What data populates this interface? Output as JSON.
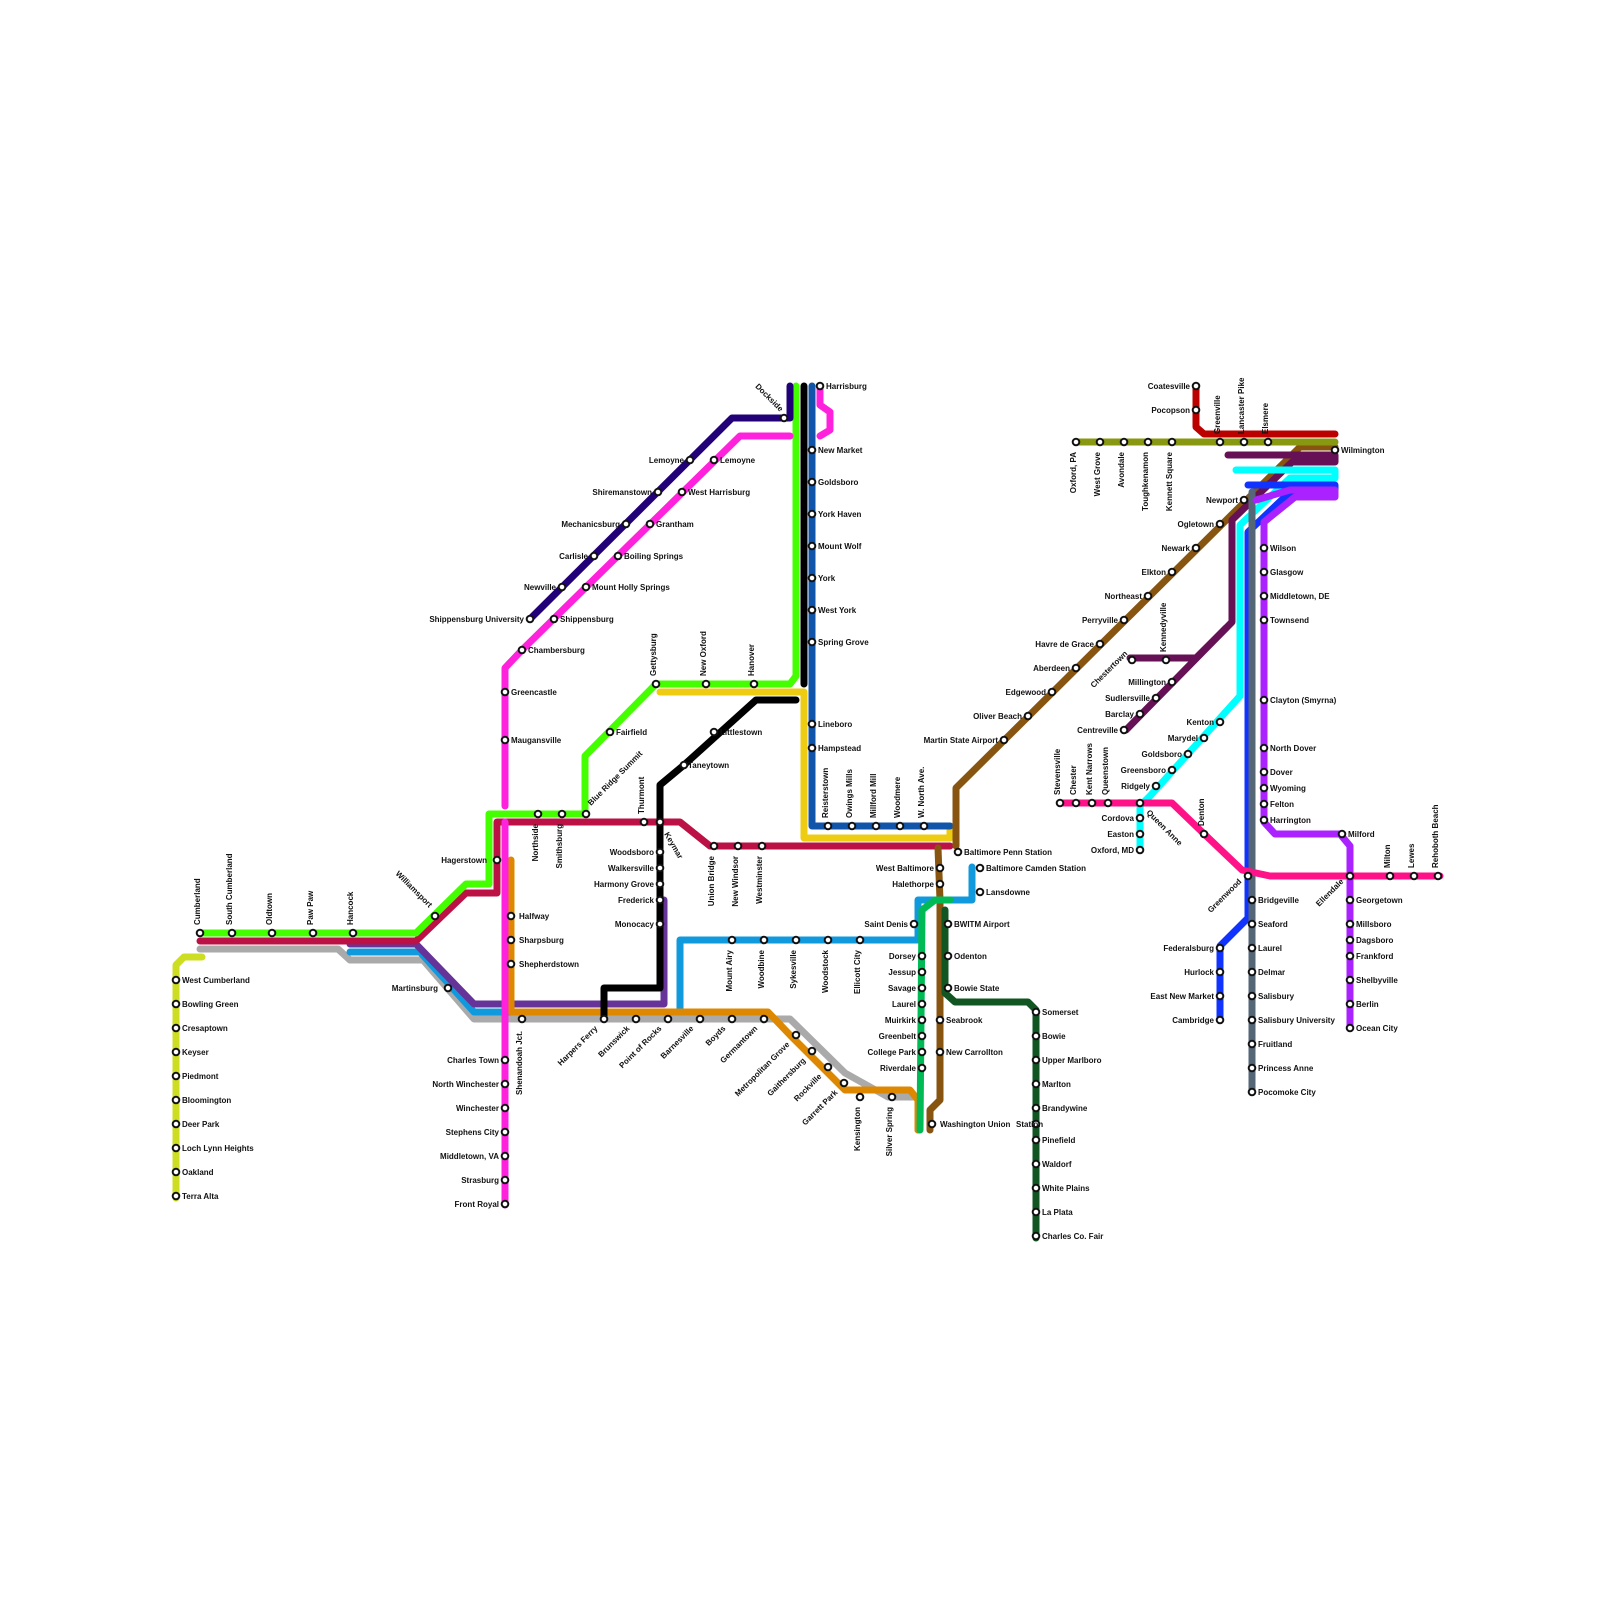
{
  "colors": {
    "lime": "#44ff00",
    "crimson": "#bb1144",
    "gray": "#aaaaaa",
    "purple": "#663399",
    "sky": "#1199dd",
    "orange": "#dd8800",
    "magenta": "#ff22dd",
    "indigo": "#220077",
    "black": "#000000",
    "yellow": "#eecc11",
    "navy": "#1155aa",
    "olivegreen": "#ccdd22",
    "brown": "#885511",
    "green": "#00bb55",
    "darkgreen": "#115522",
    "red": "#bb0000",
    "olive": "#889911",
    "plum": "#661155",
    "cyan": "#00ffff",
    "blue": "#1133ff",
    "slate": "#556677",
    "violet": "#aa22ff",
    "pink": "#ff1188"
  },
  "stations": [
    "Cumberland",
    "South Cumberland",
    "Oldtown",
    "Paw Paw",
    "Hancock",
    "Williamsport",
    "West Cumberland",
    "Bowling Green",
    "Cresaptown",
    "Keyser",
    "Piedmont",
    "Bloomington",
    "Deer Park",
    "Loch Lynn Heights",
    "Oakland",
    "Terra Alta",
    "Hagerstown",
    "Halfway",
    "Sharpsburg",
    "Shepherdstown",
    "Martinsburg",
    "Charles Town",
    "North Winchester",
    "Winchester",
    "Stephens City",
    "Middletown, VA",
    "Strasburg",
    "Front Royal",
    "Shenandoah Jct.",
    "Harpers Ferry",
    "Brunswick",
    "Point of Rocks",
    "Barnesville",
    "Boyds",
    "Germantown",
    "Metropolitan Grove",
    "Gaithersburg",
    "Rockville",
    "Garrett Park",
    "Kensington",
    "Silver Spring",
    "Washington Union",
    "Station",
    "Northside",
    "Smithsburg",
    "Blue Ridge Summit",
    "Fairfield",
    "Gettysburg",
    "New Oxford",
    "Hanover",
    "Thurmont",
    "Keymar",
    "Union Bridge",
    "New Windsor",
    "Westminster",
    "Taneytown",
    "Littlestown",
    "Woodsboro",
    "Walkersville",
    "Harmony Grove",
    "Frederick",
    "Monocacy",
    "Mount Airy",
    "Woodbine",
    "Sykesville",
    "Woodstock",
    "Ellicott City",
    "Greencastle",
    "Maugansville",
    "Chambersburg",
    "Shippensburg",
    "Shippensburg University",
    "Newville",
    "Mount Holly Springs",
    "Carlisle",
    "Boiling Springs",
    "Mechanicsburg",
    "Grantham",
    "Shiremanstown",
    "West Harrisburg",
    "Lemoyne",
    "Dockside",
    "Harrisburg",
    "New Market",
    "Goldsboro",
    "York Haven",
    "Mount Wolf",
    "York",
    "West York",
    "Spring Grove",
    "Lineboro",
    "Hampstead",
    "Reisterstown",
    "Owings Mills",
    "Millford Mill",
    "Woodmere",
    "W. North Ave.",
    "Baltimore Penn Station",
    "West Baltimore",
    "Halethorpe",
    "Baltimore Camden Station",
    "Lansdowne",
    "Saint Denis",
    "BWITM Airport",
    "Dorsey",
    "Jessup",
    "Savage",
    "Laurel",
    "Muirkirk",
    "Greenbelt",
    "College Park",
    "Riverdale",
    "Odenton",
    "Bowie State",
    "Seabrook",
    "New Carrollton",
    "Somerset",
    "Bowie",
    "Upper Marlboro",
    "Marlton",
    "Brandywine",
    "Pinefield",
    "Waldorf",
    "White Plains",
    "La Plata",
    "Charles Co. Fair",
    "Martin State Airport",
    "Oliver Beach",
    "Edgewood",
    "Aberdeen",
    "Havre de Grace",
    "Perryville",
    "Northeast",
    "Elkton",
    "Newark",
    "Ogletown",
    "Newport",
    "Wilmington",
    "Oxford, PA",
    "West Grove",
    "Avondale",
    "Toughkenamon",
    "Kennett Square",
    "Greenville",
    "Lancaster Pike",
    "Elsmere",
    "Coatesville",
    "Pocopson",
    "Wilson",
    "Glasgow",
    "Middletown, DE",
    "Townsend",
    "Clayton (Smyrna)",
    "North Dover",
    "Dover",
    "Wyoming",
    "Felton",
    "Harrington",
    "Kennedyville",
    "Chestertown",
    "Millington",
    "Sudlersville",
    "Barclay",
    "Centreville",
    "Kenton",
    "Marydel",
    "Goldsboro",
    "Greensboro",
    "Ridgely",
    "Stevensville",
    "Chester",
    "Kent Narrows",
    "Queenstown",
    "Queen Anne",
    "Cordova",
    "Easton",
    "Oxford, MD",
    "Denton",
    "Greenwood",
    "Bridgeville",
    "Seaford",
    "Laurel",
    "Delmar",
    "Salisbury",
    "Salisbury University",
    "Fruitland",
    "Princess Anne",
    "Pocomoke City",
    "Federalsburg",
    "Hurlock",
    "East New Market",
    "Cambridge",
    "Milford",
    "Ellendale",
    "Milton",
    "Lewes",
    "Rehoboth Beach",
    "Georgetown",
    "Millsboro",
    "Dagsboro",
    "Frankford",
    "Shelbyville",
    "Berlin",
    "Ocean City"
  ]
}
